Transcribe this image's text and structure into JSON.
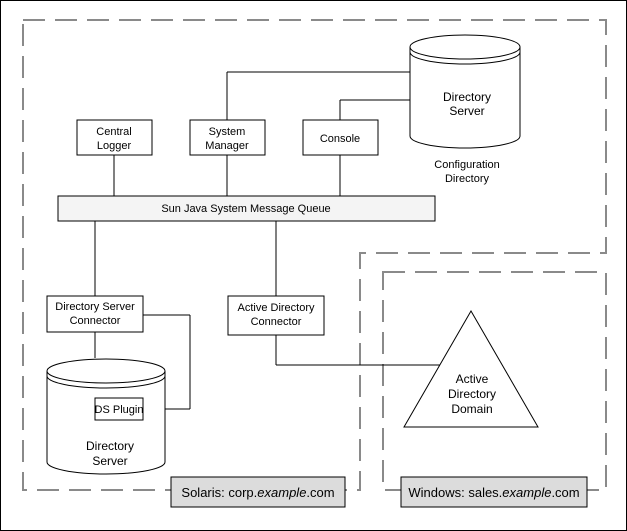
{
  "components": {
    "central_logger": [
      "Central",
      "Logger"
    ],
    "system_manager": [
      "System",
      "Manager"
    ],
    "console": "Console",
    "config_directory_server": [
      "Directory",
      "Server"
    ],
    "config_directory_caption": [
      "Configuration",
      "Directory"
    ],
    "message_queue": "Sun Java System Message Queue",
    "ds_connector": [
      "Directory Server",
      "Connector"
    ],
    "ad_connector": [
      "Active Directory",
      "Connector"
    ],
    "ds_plugin": "DS Plugin",
    "bottom_directory_server": [
      "Directory",
      "Server"
    ],
    "active_directory_domain": [
      "Active",
      "Directory",
      "Domain"
    ]
  },
  "domains": {
    "solaris": {
      "prefix": "Solaris: corp.",
      "italic": "example",
      "suffix": ".com"
    },
    "windows": {
      "prefix": "Windows: sales.",
      "italic": "example",
      "suffix": ".com"
    }
  },
  "colors": {
    "boundary_dash": "#8a8a8a",
    "domain_label_fill": "#dcdcdc",
    "message_queue_fill": "#f4f4f4"
  }
}
